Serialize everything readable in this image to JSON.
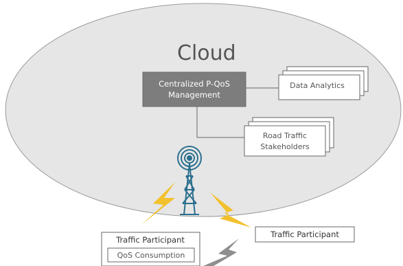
{
  "cloud": {
    "title": "Cloud"
  },
  "management": {
    "line1": "Centralized P-QoS",
    "line2": "Management"
  },
  "data_analytics": {
    "label": "Data Analytics"
  },
  "stakeholders": {
    "line1": "Road Traffic",
    "line2": "Stakeholders"
  },
  "participants": [
    {
      "label": "Traffic Participant",
      "sub_label": "QoS Consumption"
    },
    {
      "label": "Traffic Participant"
    }
  ],
  "icons": [
    "cell-tower-icon",
    "lightning-bolt-icon"
  ],
  "colors": {
    "cloud_fill": "#e6e6e6",
    "cloud_stroke": "#9a9a9a",
    "management_fill": "#7d7d7d",
    "tower": "#2a6f8e",
    "bolt_yellow": "#f2c12e",
    "bolt_gray": "#8f8f8f"
  }
}
